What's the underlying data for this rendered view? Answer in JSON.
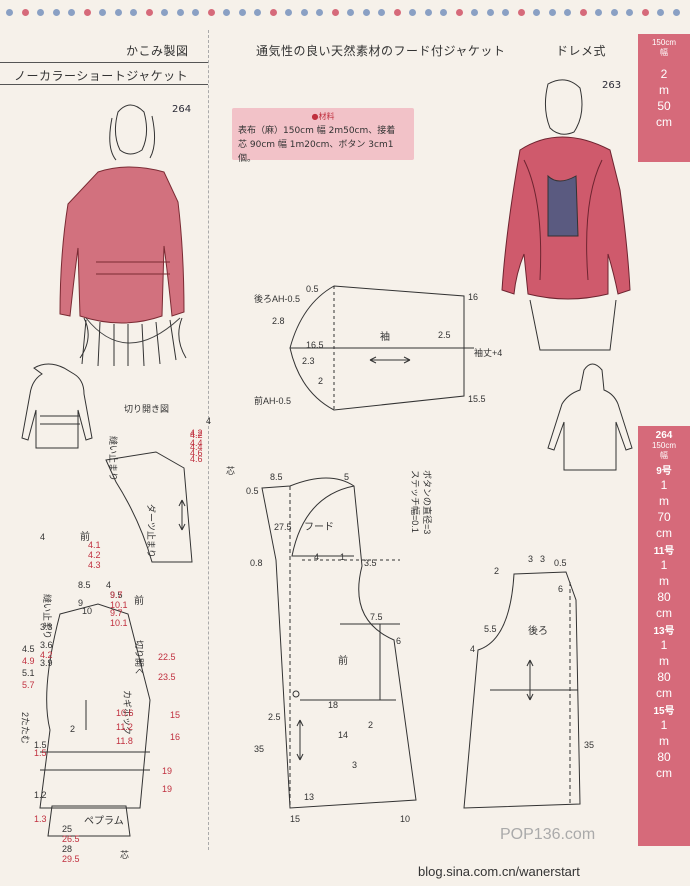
{
  "header": {
    "left_title": "かこみ製図",
    "center_title": "通気性の良い天然素材のフード付ジャケット",
    "brand": "ドレメ式",
    "left_subtitle": "ノーカラーショートジャケット"
  },
  "designs": {
    "left_number": "264",
    "right_number": "263"
  },
  "materials": {
    "title": "●材料",
    "line1": "表布（麻）150cm 幅 2m50cm、接着",
    "line2": "芯 90cm 幅 1m20cm、ボタン 3cm1 個。"
  },
  "side_top": {
    "width": "150cm",
    "width_label": "幅",
    "v1": "2",
    "v2": "m",
    "v3": "50",
    "v4": "cm"
  },
  "side_bottom": {
    "number": "264",
    "width": "150cm",
    "width_label": "幅",
    "sizes": [
      {
        "label": "9号",
        "a": "1",
        "b": "m",
        "c": "70",
        "d": "cm"
      },
      {
        "label": "11号",
        "a": "1",
        "b": "m",
        "c": "80",
        "d": "cm"
      },
      {
        "label": "13号",
        "a": "1",
        "b": "m",
        "c": "80",
        "d": "cm"
      },
      {
        "label": "15号",
        "a": "1",
        "b": "m",
        "c": "80",
        "d": "cm"
      }
    ]
  },
  "sleeve": {
    "label": "袖",
    "back_ah": "後ろAH-0.5",
    "front_ah": "前AH-0.5",
    "length": "袖丈+4",
    "n05": "0.5",
    "n28": "2.8",
    "n165": "16.5",
    "n23": "2.3",
    "n2": "2",
    "n16": "16",
    "n25": "2.5",
    "n155": "15.5"
  },
  "hood": {
    "label": "フード",
    "front": "前",
    "back": "後ろ",
    "button_note": "ボタンの直径=3",
    "stitch_note": "ステッチ幅=0.1",
    "n85": "8.5",
    "n5": "5",
    "n05": "0.5",
    "n275": "27.5",
    "n08": "0.8",
    "n4": "4",
    "n1": "1",
    "n35": "3.5",
    "n75": "7.5",
    "n6": "6",
    "n25": "2.5",
    "n18": "18",
    "n14": "14",
    "n3": "3",
    "n2": "2",
    "n35b": "35",
    "n13": "13",
    "n15": "15",
    "n10": "10",
    "shin": "芯",
    "b_n2": "2",
    "b_n3": "3",
    "b_n3b": "3",
    "b_n05": "0.5",
    "b_n6": "6",
    "b_n55": "5.5",
    "b_n4": "4",
    "b_n35": "35"
  },
  "left_pattern": {
    "kirihiraki": "切り開き図",
    "nui": "縫い止まり",
    "nuitome": "縫い止まり",
    "dart": "ダーツ止まり",
    "mae": "前",
    "mae2": "前",
    "kirihiraku": "切り開く",
    "kagi": "カギホック",
    "peplum": "ペプラム",
    "futatatami": "2たたむ",
    "shin": "芯",
    "black_nums": [
      "4",
      "4",
      "4",
      "8.5",
      "9.5",
      "9",
      "10",
      "3.3",
      "3.6",
      "3.9",
      "4.5",
      "5.1",
      "2",
      "1.5",
      "1.2",
      "25",
      "28"
    ],
    "red_nums": [
      "4.2",
      "4.4",
      "4.6",
      "4.2",
      "4.4",
      "4.6",
      "4.1",
      "4.2",
      "4.3",
      "9.7",
      "10.1",
      "9.7",
      "10.1",
      "4.2",
      "4.9",
      "5.7",
      "22.5",
      "23.5",
      "10.6",
      "11.2",
      "11.8",
      "15",
      "16",
      "19",
      "19",
      "1.5",
      "1.3",
      "26.5",
      "29.5"
    ]
  },
  "watermark": {
    "url": "blog.sina.com.cn/wanerstart",
    "logo": "POP136.com"
  }
}
